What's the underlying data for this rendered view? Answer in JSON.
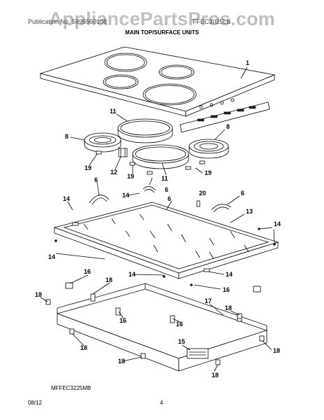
{
  "header": {
    "watermark": "AppliancePartsPros.com",
    "left_text": "Publication No. 5995560198",
    "right_text": "FFEC3025LB",
    "section_title": "MAIN TOP/SURFACE UNITS"
  },
  "diagram": {
    "callouts": [
      "1",
      "11",
      "8",
      "8",
      "19",
      "12",
      "19",
      "11",
      "19",
      "6",
      "14",
      "6",
      "14",
      "20",
      "6",
      "13",
      "6",
      "14",
      "14",
      "14",
      "16",
      "14",
      "16",
      "18",
      "18",
      "17",
      "16",
      "18",
      "16",
      "15",
      "18",
      "18",
      "18"
    ],
    "model_code": "MFFEC3225MB"
  },
  "footer": {
    "date": "08/12",
    "page": "4"
  }
}
